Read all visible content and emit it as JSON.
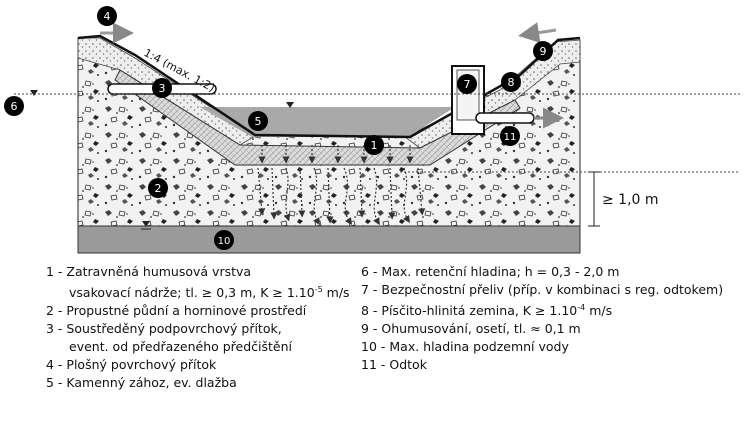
{
  "markers": [
    "1",
    "2",
    "3",
    "4",
    "5",
    "6",
    "7",
    "8",
    "9",
    "10",
    "11"
  ],
  "slope_label": "1:4 (max. 1:2)",
  "depth_label": "≥ 1,0 m",
  "legend_left": [
    {
      "num": "1",
      "text": "Zatravněná humusová vrstva",
      "cont_pre": "vsakovací nádrže; tl. ≥ 0,3 m, K ≥ 1.10",
      "cont_sup": "-5",
      "cont_post": " m/s"
    },
    {
      "num": "2",
      "text": "Propustné půdní a horninové prostředí"
    },
    {
      "num": "3",
      "text": "Soustředěný podpovrchový přítok,",
      "cont": "event. od předřazeného předčištění"
    },
    {
      "num": "4",
      "text": "Plošný povrchový přítok"
    },
    {
      "num": "5",
      "text": "Kamenný zához, ev. dlažba"
    }
  ],
  "legend_right": [
    {
      "num": "6",
      "text": "Max. retenční hladina; h = 0,3 - 2,0 m"
    },
    {
      "num": "7",
      "text": "Bezpečnostní přeliv (příp. v kombinaci s reg. odtokem)"
    },
    {
      "num": "8",
      "text_pre": "Písčito-hlinitá zemina, K ≥ 1.10",
      "text_sup": "-4",
      "text_post": " m/s"
    },
    {
      "num": "9",
      "text": "Ohumusování, osetí, tl. ≈ 0,1 m"
    },
    {
      "num": "10",
      "text": "Max. hladina podzemní vody"
    },
    {
      "num": "11",
      "text": "Odtok"
    }
  ]
}
